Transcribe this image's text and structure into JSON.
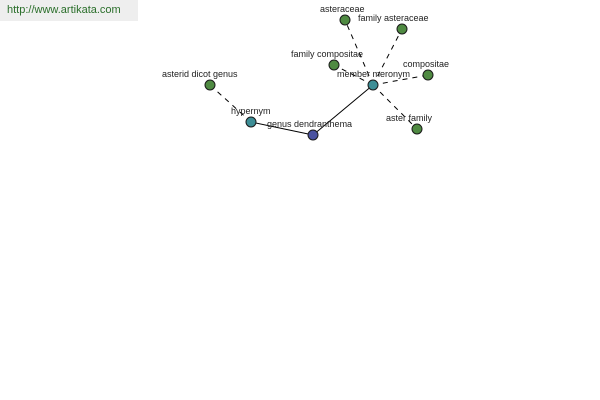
{
  "watermark": {
    "url_text": "http://www.artikata.com"
  },
  "colors": {
    "leaf_node": "#4f8a42",
    "relation_node": "#3d8e96",
    "center_node": "#4a52a0",
    "edge": "#000000",
    "watermark_bg": "#eeeeee",
    "watermark_text": "#2a6e2a"
  },
  "graph": {
    "center": {
      "label": "genus dendranthema"
    },
    "relations": [
      {
        "label": "hypernym",
        "targets": [
          {
            "label": "asterid dicot genus"
          }
        ]
      },
      {
        "label": "member meronym",
        "targets": [
          {
            "label": "asteraceae"
          },
          {
            "label": "family asteraceae"
          },
          {
            "label": "family compositae"
          },
          {
            "label": "compositae"
          },
          {
            "label": "aster family"
          }
        ]
      }
    ]
  }
}
